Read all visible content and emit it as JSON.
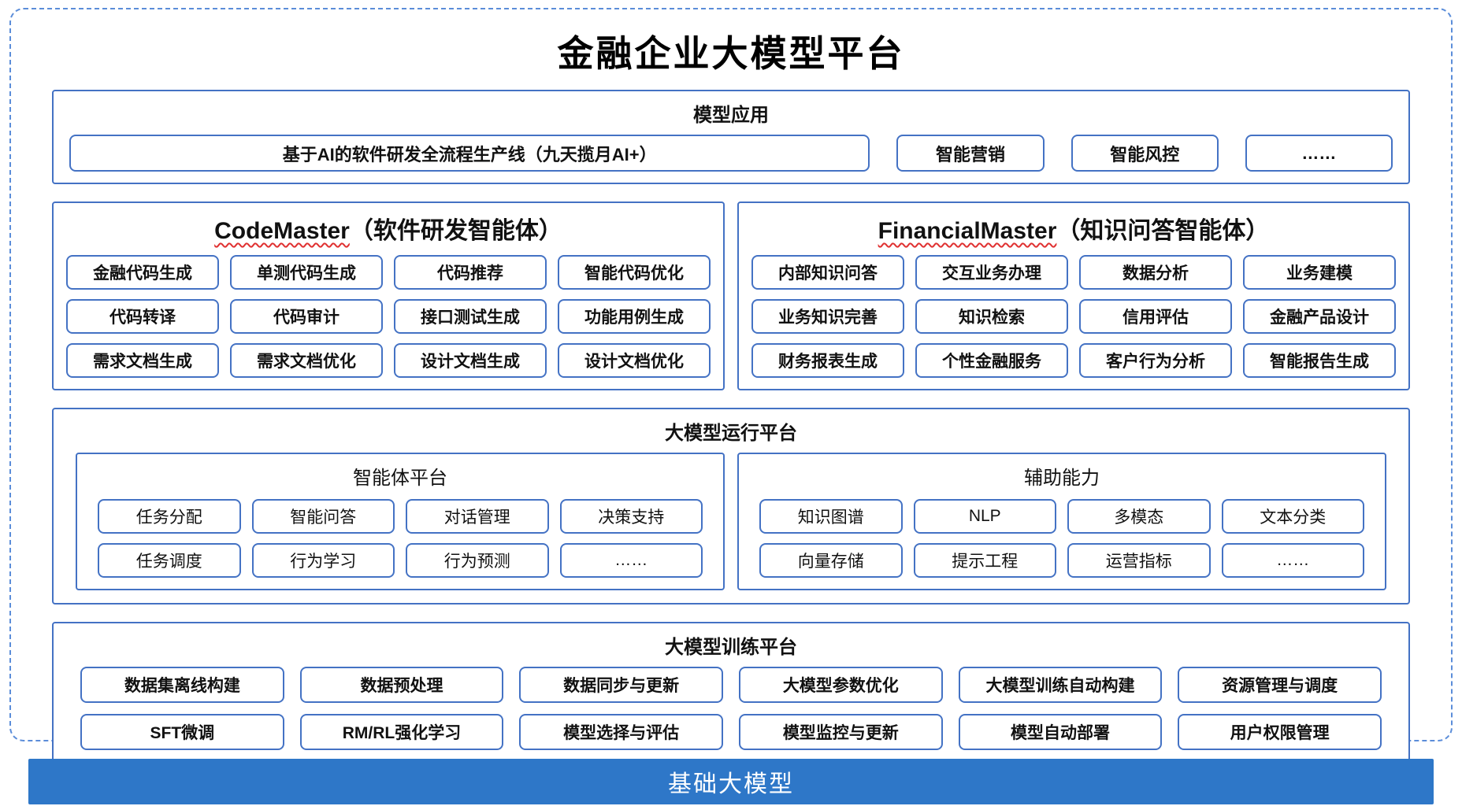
{
  "title": "金融企业大模型平台",
  "colors": {
    "box_border_blue": "#4472C4",
    "frame_dashed_blue": "#5b8dd9",
    "base_bar_blue": "#2E77C8",
    "wavy_underline_red": "#e03131"
  },
  "model_app": {
    "title": "模型应用",
    "items": [
      "基于AI的软件研发全流程生产线（九天揽月AI+）",
      "智能营销",
      "智能风控",
      "……"
    ]
  },
  "code_master": {
    "title_en": "CodeMaster",
    "title_zh": "（软件研发智能体）",
    "items": [
      "金融代码生成",
      "单测代码生成",
      "代码推荐",
      "智能代码优化",
      "代码转译",
      "代码审计",
      "接口测试生成",
      "功能用例生成",
      "需求文档生成",
      "需求文档优化",
      "设计文档生成",
      "设计文档优化"
    ]
  },
  "financial_master": {
    "title_en": "FinancialMaster",
    "title_zh": "（知识问答智能体）",
    "items": [
      "内部知识问答",
      "交互业务办理",
      "数据分析",
      "业务建模",
      "业务知识完善",
      "知识检索",
      "信用评估",
      "金融产品设计",
      "财务报表生成",
      "个性金融服务",
      "客户行为分析",
      "智能报告生成"
    ]
  },
  "runtime_platform": {
    "title": "大模型运行平台",
    "agent_platform": {
      "title": "智能体平台",
      "items": [
        "任务分配",
        "智能问答",
        "对话管理",
        "决策支持",
        "任务调度",
        "行为学习",
        "行为预测",
        "……"
      ]
    },
    "auxiliary": {
      "title": "辅助能力",
      "items": [
        "知识图谱",
        "NLP",
        "多模态",
        "文本分类",
        "向量存储",
        "提示工程",
        "运营指标",
        "……"
      ]
    }
  },
  "training_platform": {
    "title": "大模型训练平台",
    "items": [
      "数据集离线构建",
      "数据预处理",
      "数据同步与更新",
      "大模型参数优化",
      "大模型训练自动构建",
      "资源管理与调度",
      "SFT微调",
      "RM/RL强化学习",
      "模型选择与评估",
      "模型监控与更新",
      "模型自动部署",
      "用户权限管理"
    ]
  },
  "base_model": {
    "title": "基础大模型"
  }
}
